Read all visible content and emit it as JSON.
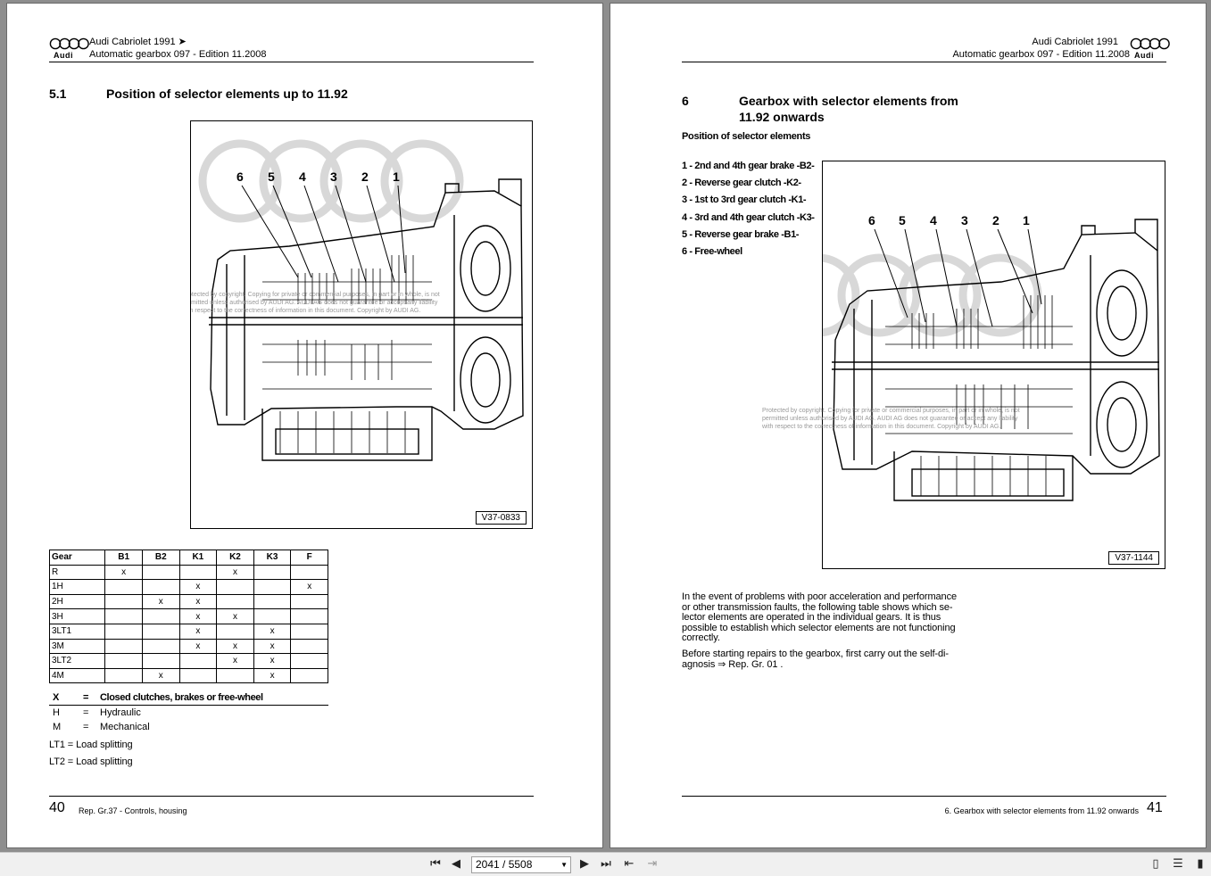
{
  "left_page": {
    "header": {
      "title": "Audi Cabriolet 1991 ➤",
      "subtitle": "Automatic gearbox 097 - Edition 11.2008",
      "brand": "Audi"
    },
    "section_number": "5.1",
    "section_title": "Position of selector elements up to 11.92",
    "figure": {
      "label": "V37-0833",
      "callouts": [
        "6",
        "5",
        "4",
        "3",
        "2",
        "1"
      ],
      "watermark": [
        "Protected by copyright. Copying for private or commercial purposes, in part or in whole, is not",
        "permitted unless authorised by AUDI AG. AUDI AG does not guarantee or accept any liability",
        "with respect to the correctness of information in this document. Copyright by AUDI AG."
      ]
    },
    "table": {
      "headers": [
        "Gear",
        "B1",
        "B2",
        "K1",
        "K2",
        "K3",
        "F"
      ],
      "rows": [
        [
          "R",
          "x",
          "",
          "",
          "x",
          "",
          ""
        ],
        [
          "1H",
          "",
          "",
          "x",
          "",
          "",
          "x"
        ],
        [
          "2H",
          "",
          "x",
          "x",
          "",
          "",
          ""
        ],
        [
          "3H",
          "",
          "",
          "x",
          "x",
          "",
          ""
        ],
        [
          "3LT1",
          "",
          "",
          "x",
          "",
          "x",
          ""
        ],
        [
          "3M",
          "",
          "",
          "x",
          "x",
          "x",
          ""
        ],
        [
          "3LT2",
          "",
          "",
          "",
          "x",
          "x",
          ""
        ],
        [
          "4M",
          "",
          "x",
          "",
          "",
          "x",
          ""
        ]
      ]
    },
    "legend": [
      {
        "key": "X",
        "eq": "=",
        "value": "Closed clutches, brakes or free-wheel"
      },
      {
        "key": "H",
        "eq": "=",
        "value": "Hydraulic"
      },
      {
        "key": "M",
        "eq": "=",
        "value": "Mechanical"
      }
    ],
    "notes": [
      "LT1 = Load splitting",
      "LT2 = Load splitting"
    ],
    "footer": {
      "page_number": "40",
      "text": "Rep. Gr.37 - Controls, housing"
    }
  },
  "right_page": {
    "header": {
      "title": "Audi Cabriolet 1991",
      "subtitle": "Automatic gearbox 097 - Edition 11.2008",
      "brand": "Audi"
    },
    "section_number": "6",
    "section_title_line1": "Gearbox with selector elements from",
    "section_title_line2": "11.92 onwards",
    "subheading": "Position of selector elements",
    "elements": [
      "1 - 2nd and 4th gear brake -B2-",
      "2 - Reverse gear clutch -K2-",
      "3 - 1st to 3rd gear clutch -K1-",
      "4 - 3rd and 4th gear clutch -K3-",
      "5 - Reverse gear brake -B1-",
      "6 - Free-wheel"
    ],
    "figure": {
      "label": "V37-1144",
      "callouts": [
        "6",
        "5",
        "4",
        "3",
        "2",
        "1"
      ],
      "watermark": [
        "Protected by copyright. Copying for private or commercial purposes, in part or in whole, is not",
        "permitted unless authorised by AUDI AG. AUDI AG does not guarantee or accept any liability",
        "with respect to the correctness of information in this document. Copyright by AUDI AG."
      ]
    },
    "paragraph1": [
      "In the event of problems with poor acceleration and performance",
      "or other transmission faults, the following table shows which se-",
      "lector elements are operated in the individual gears. It is thus",
      "possible to establish which selector elements are not functioning",
      "correctly."
    ],
    "paragraph2": [
      "Before starting repairs to the gearbox, first carry out the self-di-",
      "agnosis ⇒  Rep. Gr.  01 ."
    ],
    "footer": {
      "page_number": "41",
      "text": "6. Gearbox with selector elements from 11.92 onwards"
    }
  },
  "toolbar": {
    "page_indicator": "2041 / 5508",
    "icons": [
      "first-page-icon",
      "previous-page-icon",
      "next-page-icon",
      "last-page-icon",
      "go-back-icon",
      "go-forward-icon",
      "single-page-view-icon",
      "continuous-view-icon",
      "two-page-view-icon"
    ]
  }
}
